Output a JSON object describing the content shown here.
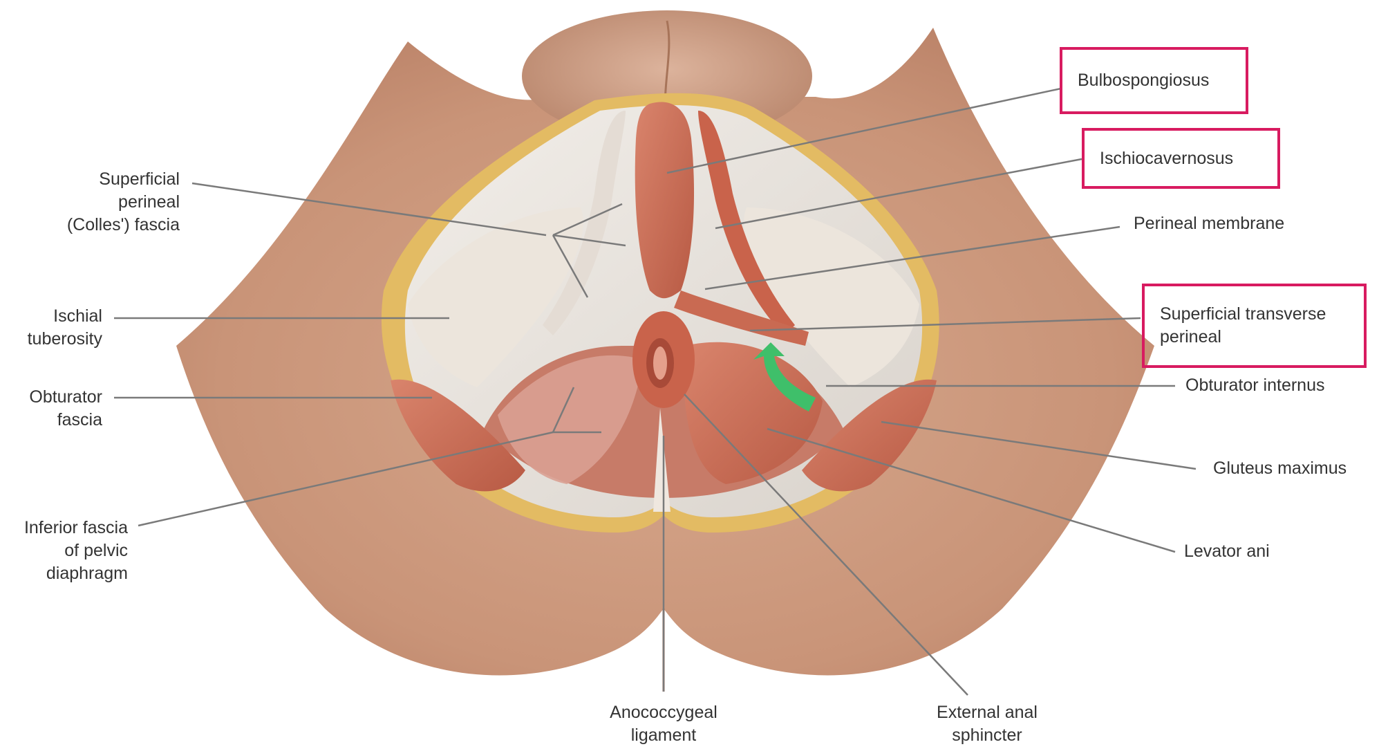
{
  "labels": {
    "bulbospongiosus": "Bulbospongiosus",
    "ischiocavernosus": "Ischiocavernosus",
    "perineal_membrane": "Perineal membrane",
    "superficial_transverse_perineal": [
      "Superficial transverse",
      "perineal"
    ],
    "obturator_internus": "Obturator internus",
    "gluteus_maximus": "Gluteus maximus",
    "levator_ani": "Levator ani",
    "superficial_perineal_fascia": [
      "Superficial",
      "perineal",
      "(Colles') fascia"
    ],
    "ischial_tuberosity": [
      "Ischial",
      "tuberosity"
    ],
    "obturator_fascia": [
      "Obturator",
      "fascia"
    ],
    "inferior_fascia_pelvic_diaphragm": [
      "Inferior fascia",
      "of pelvic",
      "diaphragm"
    ],
    "anococcygeal_ligament": [
      "Anococcygeal",
      "ligament"
    ],
    "external_anal_sphincter": [
      "External anal",
      "sphincter"
    ]
  },
  "colors": {
    "highlight_box": "#d81b60",
    "skin": "#c99478",
    "muscle": "#c8664f",
    "fascia": "#e8e2dc",
    "fat_border": "#e0b760",
    "leader_line": "#7a7a7a",
    "arrow": "#3fbf6a"
  }
}
